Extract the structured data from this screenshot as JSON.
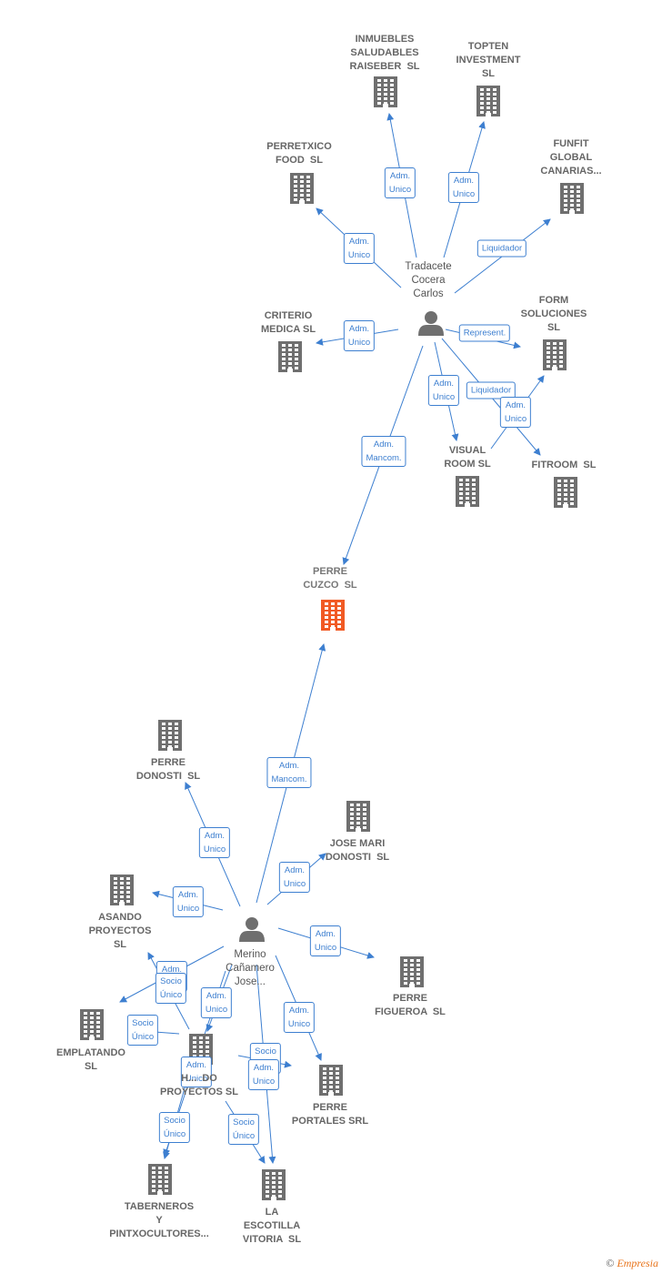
{
  "colors": {
    "edge": "#3d7fd0",
    "company": "#6f6f6f",
    "focus_company": "#f15a24",
    "person": "#6f6f6f"
  },
  "persons": [
    {
      "id": "tradacete",
      "label": "Tradacete\nCocera\nCarlos"
    },
    {
      "id": "merino",
      "label": "Merino\nCañamero\nJose..."
    }
  ],
  "companies": [
    {
      "id": "inmuebles",
      "label": "INMUEBLES\nSALUDABLES\nRAISEBER  SL"
    },
    {
      "id": "topten",
      "label": "TOPTEN\nINVESTMENT\nSL"
    },
    {
      "id": "perretxico",
      "label": "PERRETXICO\nFOOD  SL"
    },
    {
      "id": "funfit",
      "label": "FUNFIT\nGLOBAL\nCANARIAS..."
    },
    {
      "id": "criterio",
      "label": "CRITERIO\nMEDICA SL"
    },
    {
      "id": "form",
      "label": "FORM\nSOLUCIONES\nSL"
    },
    {
      "id": "visual",
      "label": "VISUAL\nROOM SL"
    },
    {
      "id": "fitroom",
      "label": "FITROOM  SL"
    },
    {
      "id": "perre_cuzco",
      "label": "PERRE\nCUZCO  SL",
      "focus": true
    },
    {
      "id": "perre_donosti",
      "label": "PERRE\nDONOSTI  SL"
    },
    {
      "id": "jose_mari",
      "label": "JOSE MARI\nDONOSTI  SL"
    },
    {
      "id": "asando",
      "label": "ASANDO\nPROYECTOS\nSL"
    },
    {
      "id": "perre_figueroa",
      "label": "PERRE\nFIGUEROA  SL"
    },
    {
      "id": "emplatando",
      "label": "EMPLATANDO\nSL"
    },
    {
      "id": "hostelando",
      "label": "H...  DO\nPROYECTOS SL"
    },
    {
      "id": "perre_portales",
      "label": "PERRE\nPORTALES SRL"
    },
    {
      "id": "taberneros",
      "label": "TABERNEROS\nY\nPINTXOCULTORES..."
    },
    {
      "id": "escotilla",
      "label": "LA\nESCOTILLA\nVITORIA  SL"
    }
  ],
  "edges": [
    {
      "from": "tradacete",
      "to": "inmuebles",
      "label": "Adm.\nUnico"
    },
    {
      "from": "tradacete",
      "to": "topten",
      "label": "Adm.\nUnico"
    },
    {
      "from": "tradacete",
      "to": "perretxico",
      "label": "Adm.\nUnico"
    },
    {
      "from": "tradacete",
      "to": "funfit",
      "label": "Liquidador"
    },
    {
      "from": "tradacete",
      "to": "criterio",
      "label": "Adm.\nUnico"
    },
    {
      "from": "tradacete",
      "to": "form",
      "label": "Represent."
    },
    {
      "from": "tradacete",
      "to": "visual",
      "label": "Adm.\nUnico"
    },
    {
      "from": "tradacete",
      "to": "fitroom",
      "label": "Liquidador"
    },
    {
      "from": "visual",
      "to": "form",
      "label": "Adm.\nUnico"
    },
    {
      "from": "tradacete",
      "to": "perre_cuzco",
      "label": "Adm.\nMancom."
    },
    {
      "from": "merino",
      "to": "perre_cuzco",
      "label": "Adm.\nMancom."
    },
    {
      "from": "merino",
      "to": "perre_donosti",
      "label": "Adm.\nUnico"
    },
    {
      "from": "merino",
      "to": "jose_mari",
      "label": "Adm.\nUnico"
    },
    {
      "from": "merino",
      "to": "asando",
      "label": "Adm.\nUnico"
    },
    {
      "from": "merino",
      "to": "perre_figueroa",
      "label": "Adm.\nUnico"
    },
    {
      "from": "merino",
      "to": "emplatando",
      "label": "Adm.\nUnico"
    },
    {
      "from": "hostelando",
      "to": "asando",
      "label": "Socio\nÚnico"
    },
    {
      "from": "hostelando",
      "to": "emplatando",
      "label": "Socio\nÚnico"
    },
    {
      "from": "merino",
      "to": "hostelando",
      "label": "Adm.\nUnico"
    },
    {
      "from": "merino",
      "to": "perre_portales",
      "label": "Adm.\nUnico"
    },
    {
      "from": "hostelando",
      "to": "perre_portales",
      "label": "Socio\nÚnico"
    },
    {
      "from": "merino",
      "to": "taberneros",
      "label": "Adm.\nUnico"
    },
    {
      "from": "hostelando",
      "to": "taberneros",
      "label": "Socio\nÚnico"
    },
    {
      "from": "merino",
      "to": "escotilla",
      "label": "Adm.\nUnico"
    },
    {
      "from": "hostelando",
      "to": "escotilla",
      "label": "Socio\nÚnico"
    }
  ],
  "watermark": {
    "symbol": "©",
    "brand": "Empresia"
  }
}
